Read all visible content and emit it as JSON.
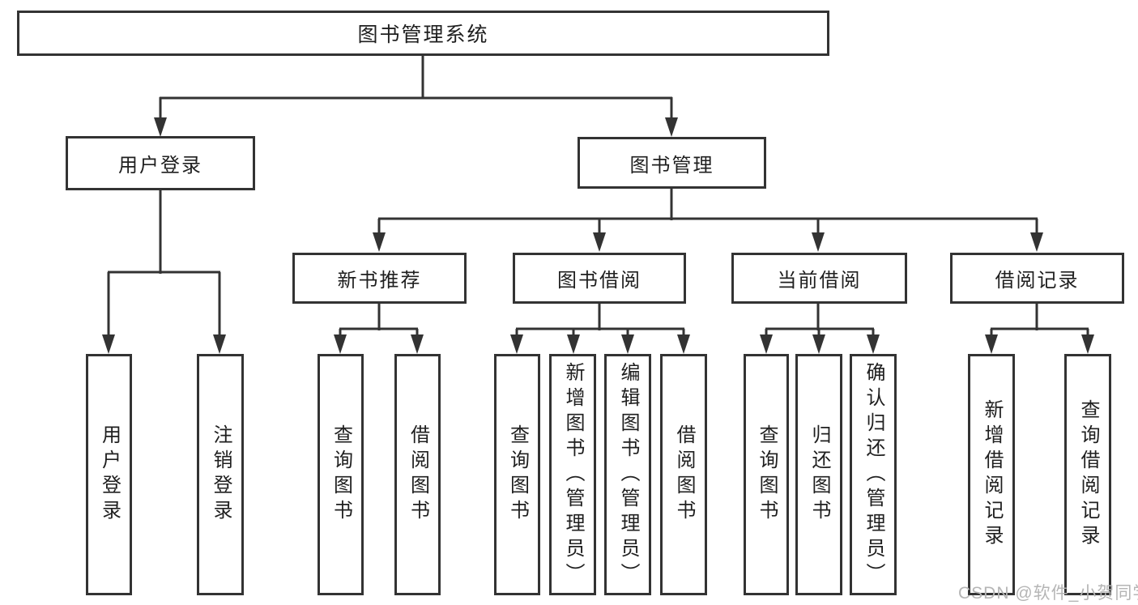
{
  "diagram_type": "hierarchy-tree",
  "tree": {
    "label": "图书管理系统",
    "children": [
      {
        "label": "用户登录",
        "children": [
          {
            "label": "用户登录"
          },
          {
            "label": "注销登录"
          }
        ]
      },
      {
        "label": "图书管理",
        "children": [
          {
            "label": "新书推荐",
            "children": [
              {
                "label": "查询图书"
              },
              {
                "label": "借阅图书"
              }
            ]
          },
          {
            "label": "图书借阅",
            "children": [
              {
                "label": "查询图书"
              },
              {
                "label": "新增图书（管理员）"
              },
              {
                "label": "编辑图书（管理员）"
              },
              {
                "label": "借阅图书"
              }
            ]
          },
          {
            "label": "当前借阅",
            "children": [
              {
                "label": "查询图书"
              },
              {
                "label": "归还图书"
              },
              {
                "label": "确认归还（管理员）"
              }
            ]
          },
          {
            "label": "借阅记录",
            "children": [
              {
                "label": "新增借阅记录"
              },
              {
                "label": "查询借阅记录"
              }
            ]
          }
        ]
      }
    ]
  },
  "watermark": {
    "text": "CSDN @软件_小贺同学",
    "color": "#b5b5b5"
  },
  "colors": {
    "line": "#333333",
    "box_border": "#333333",
    "box_background": "#ffffff",
    "text": "#1f1f1f",
    "page_background": "#ffffff"
  }
}
